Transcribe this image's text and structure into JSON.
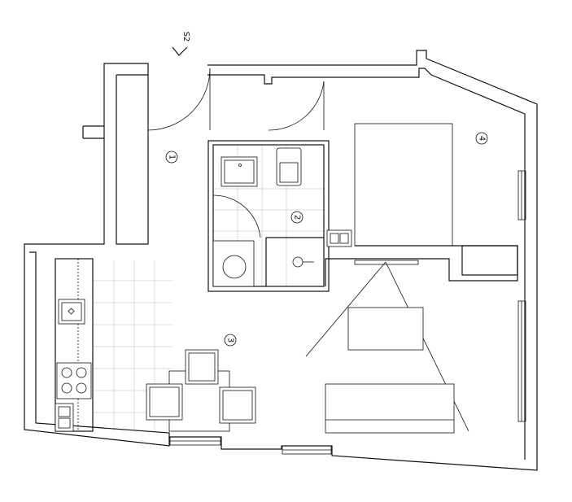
{
  "section_marker": "S2",
  "rooms": [
    {
      "id": "r1",
      "label": "1"
    },
    {
      "id": "r2",
      "label": "2"
    },
    {
      "id": "r3",
      "label": "3"
    },
    {
      "id": "r4",
      "label": "4"
    }
  ]
}
